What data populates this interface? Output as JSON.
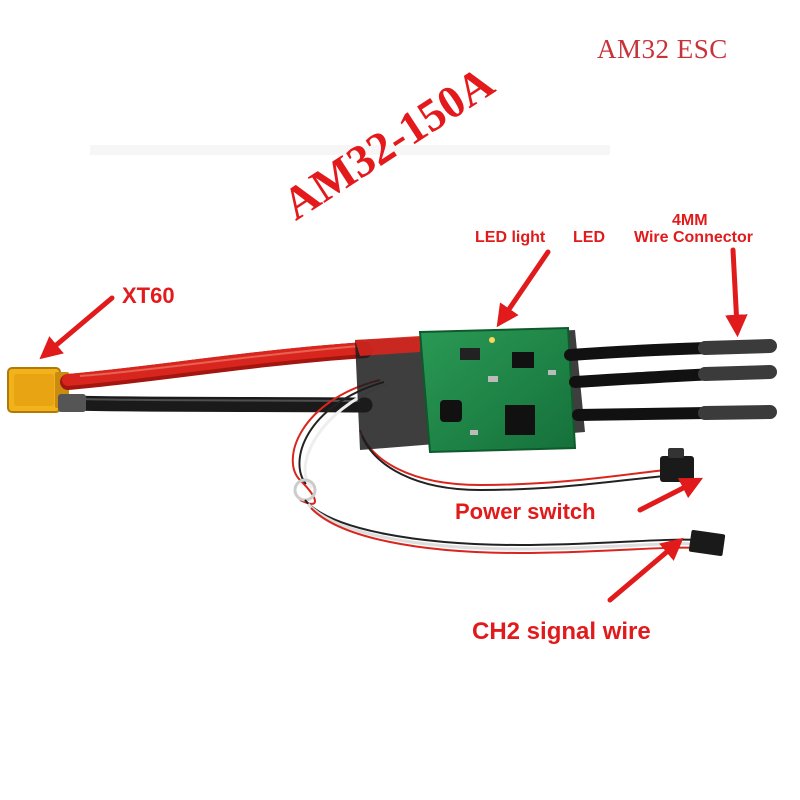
{
  "title": "AM32 ESC",
  "model_text": "AM32-150A",
  "labels": {
    "xt60": "XT60",
    "led_light": "LED light",
    "led": "LED",
    "wire_connector_size": "4MM",
    "wire_connector": "Wire Connector",
    "power_switch": "Power switch",
    "ch2_signal": "CH2 signal wire"
  },
  "colors": {
    "title": "#c8323a",
    "label_red": "#e11b1b",
    "pcb_green": "#1f8c4a",
    "red_wire": "#d8261e",
    "xt60_yellow": "#f2b21a"
  }
}
